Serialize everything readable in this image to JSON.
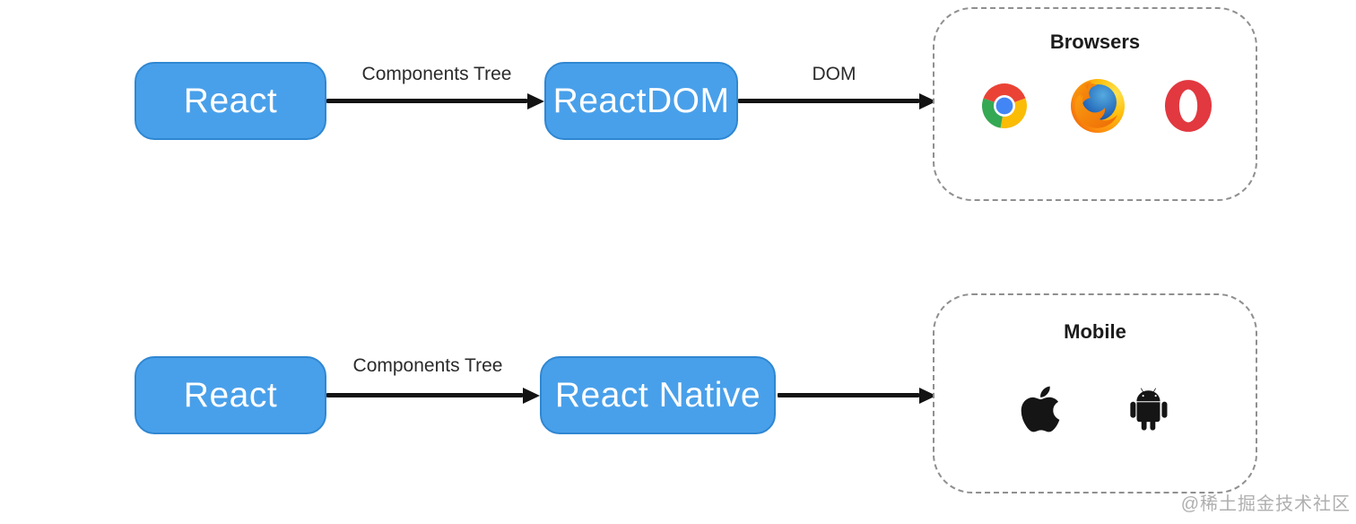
{
  "background_color": "#ffffff",
  "colors": {
    "node_fill": "#49A0EA",
    "node_border": "#2F87D2",
    "node_text": "#ffffff",
    "arrow": "#131313",
    "edge_label_text": "#2B2B2B",
    "group_border": "#8F8F8F",
    "group_title_text": "#1B1B1B",
    "watermark_text": "#AFAFAF",
    "chrome_red": "#EA4335",
    "chrome_yellow": "#FBBC05",
    "chrome_green": "#34A853",
    "chrome_blue": "#4285F4",
    "firefox_orange": "#F98507",
    "firefox_blue": "#2E77C2",
    "opera_red": "#E23840",
    "platform_icon_black": "#151515"
  },
  "rows": [
    {
      "source_label": "React",
      "arrow1_label": "Components Tree",
      "renderer_label": "ReactDOM",
      "arrow2_label": "DOM",
      "group": {
        "title": "Browsers",
        "icons": [
          "chrome-icon",
          "firefox-icon",
          "opera-icon"
        ]
      }
    },
    {
      "source_label": "React",
      "arrow1_label": "Components Tree",
      "renderer_label": "React Native",
      "arrow2_label": "",
      "group": {
        "title": "Mobile",
        "icons": [
          "apple-icon",
          "android-icon"
        ]
      }
    }
  ],
  "watermark": "@稀土掘金技术社区"
}
